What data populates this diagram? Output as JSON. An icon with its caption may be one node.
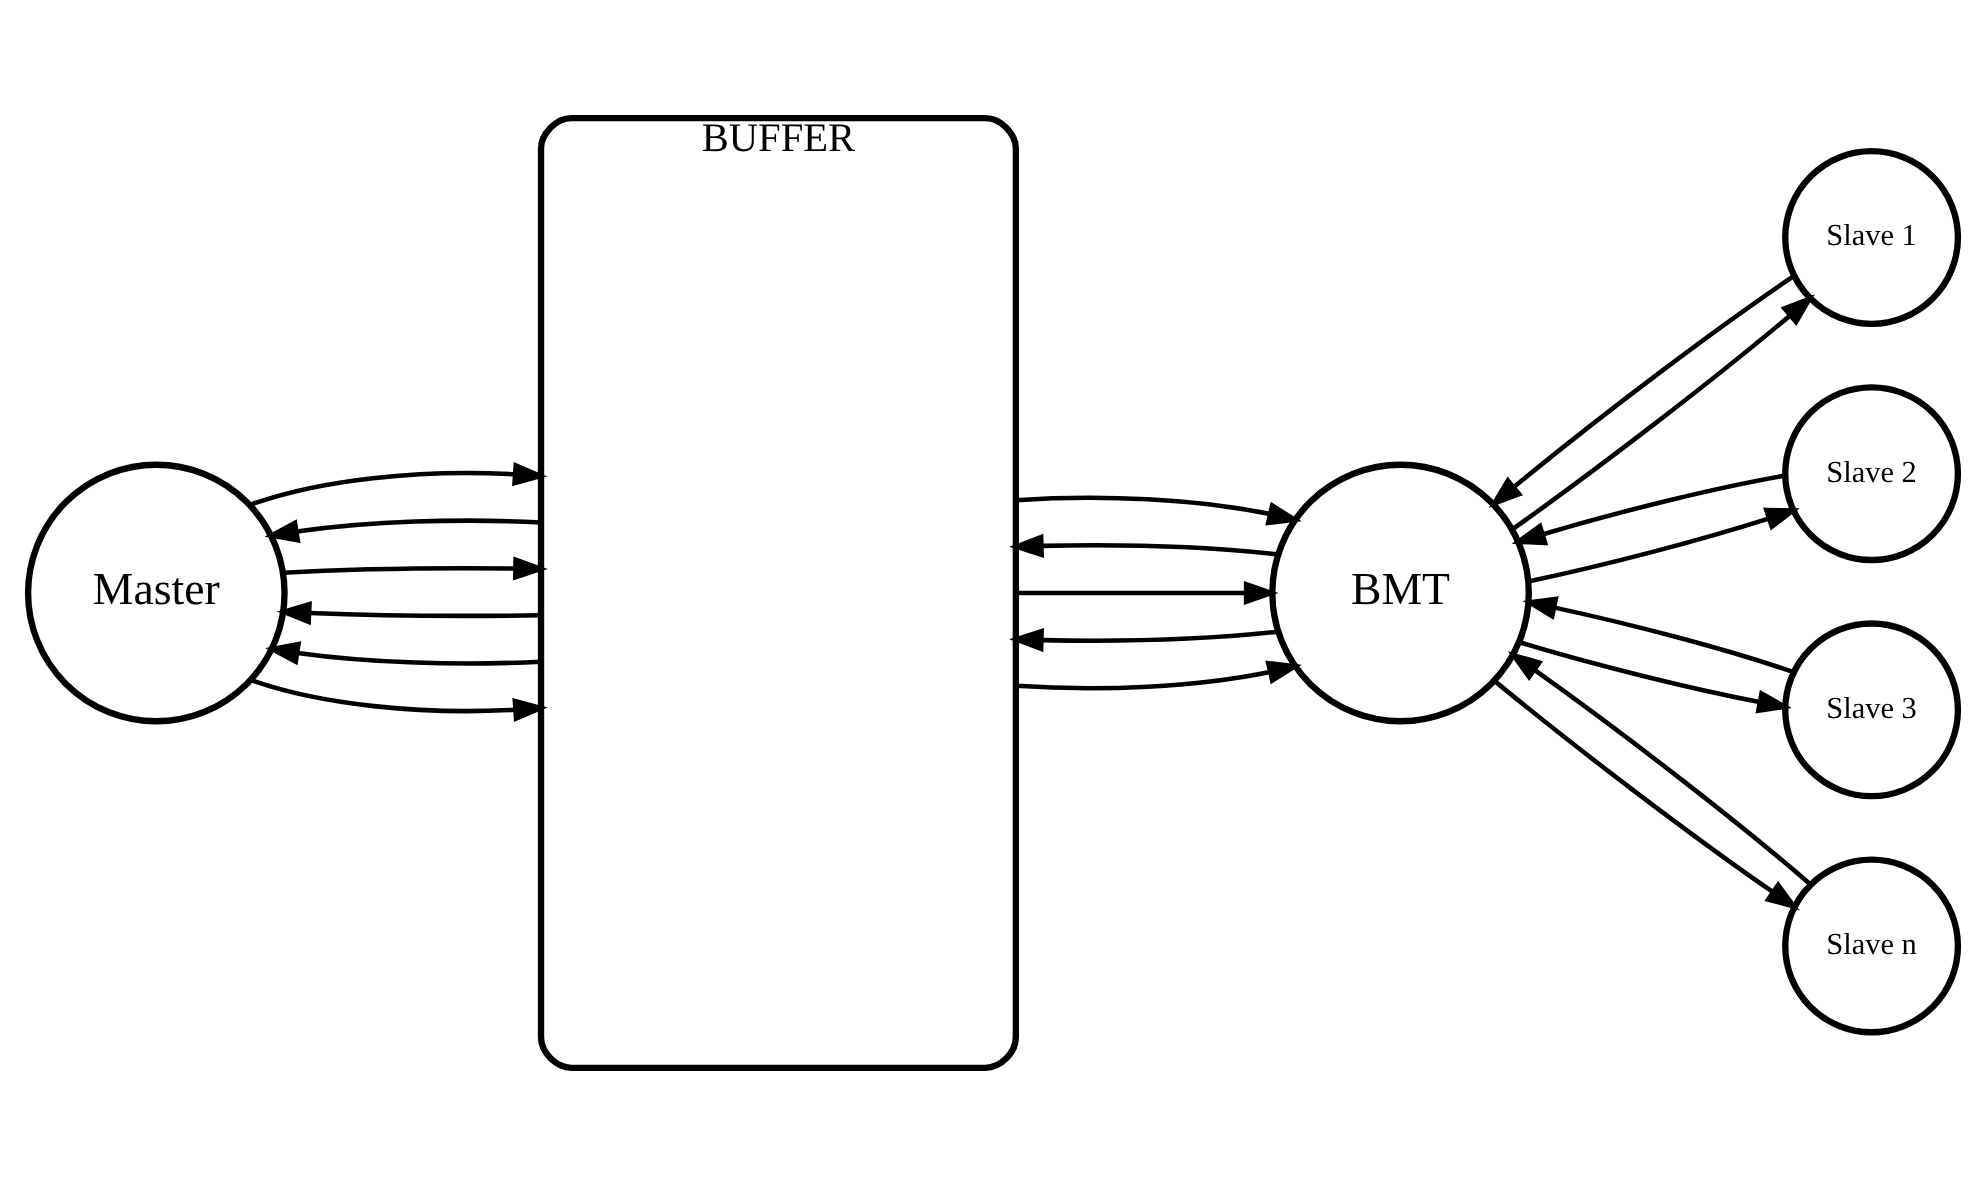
{
  "diagram": {
    "nodes": [
      {
        "text": [
          "Master"
        ]
      },
      {
        "text": [
          "BUFFER"
        ]
      },
      {
        "text": [
          "BMT"
        ]
      },
      {
        "text": [
          "Slave 1"
        ]
      },
      {
        "text": [
          "Slave 2"
        ]
      },
      {
        "text": [
          "Slave 3"
        ]
      },
      {
        "text": [
          "Slave n"
        ]
      }
    ],
    "edges": [
      {
        "from": 0,
        "to": 1,
        "arrow": "to"
      },
      {
        "from": 1,
        "to": 0,
        "arrow": "to"
      },
      {
        "from": 1,
        "to": 0,
        "arrow": "to"
      },
      {
        "from": 0,
        "to": 1,
        "arrow": "to"
      },
      {
        "from": 1,
        "to": 0,
        "arrow": "to"
      },
      {
        "from": 0,
        "to": 1,
        "arrow": "to"
      },
      {
        "from": 1,
        "to": 2,
        "arrow": "to"
      },
      {
        "from": 2,
        "to": 1,
        "arrow": "to"
      },
      {
        "from": 1,
        "to": 2,
        "arrow": "to"
      },
      {
        "from": 2,
        "to": 1,
        "arrow": "to"
      },
      {
        "from": 1,
        "to": 2,
        "arrow": "to"
      },
      {
        "from": 2,
        "to": 3,
        "arrow": "to"
      },
      {
        "from": 3,
        "to": 2,
        "arrow": "to"
      },
      {
        "from": 2,
        "to": 4,
        "arrow": "to"
      },
      {
        "from": 4,
        "to": 2,
        "arrow": "to"
      },
      {
        "from": 2,
        "to": 5,
        "arrow": "to"
      },
      {
        "from": 5,
        "to": 2,
        "arrow": "to"
      },
      {
        "from": 2,
        "to": 6,
        "arrow": "to"
      },
      {
        "from": 6,
        "to": 2,
        "arrow": "to"
      }
    ]
  }
}
